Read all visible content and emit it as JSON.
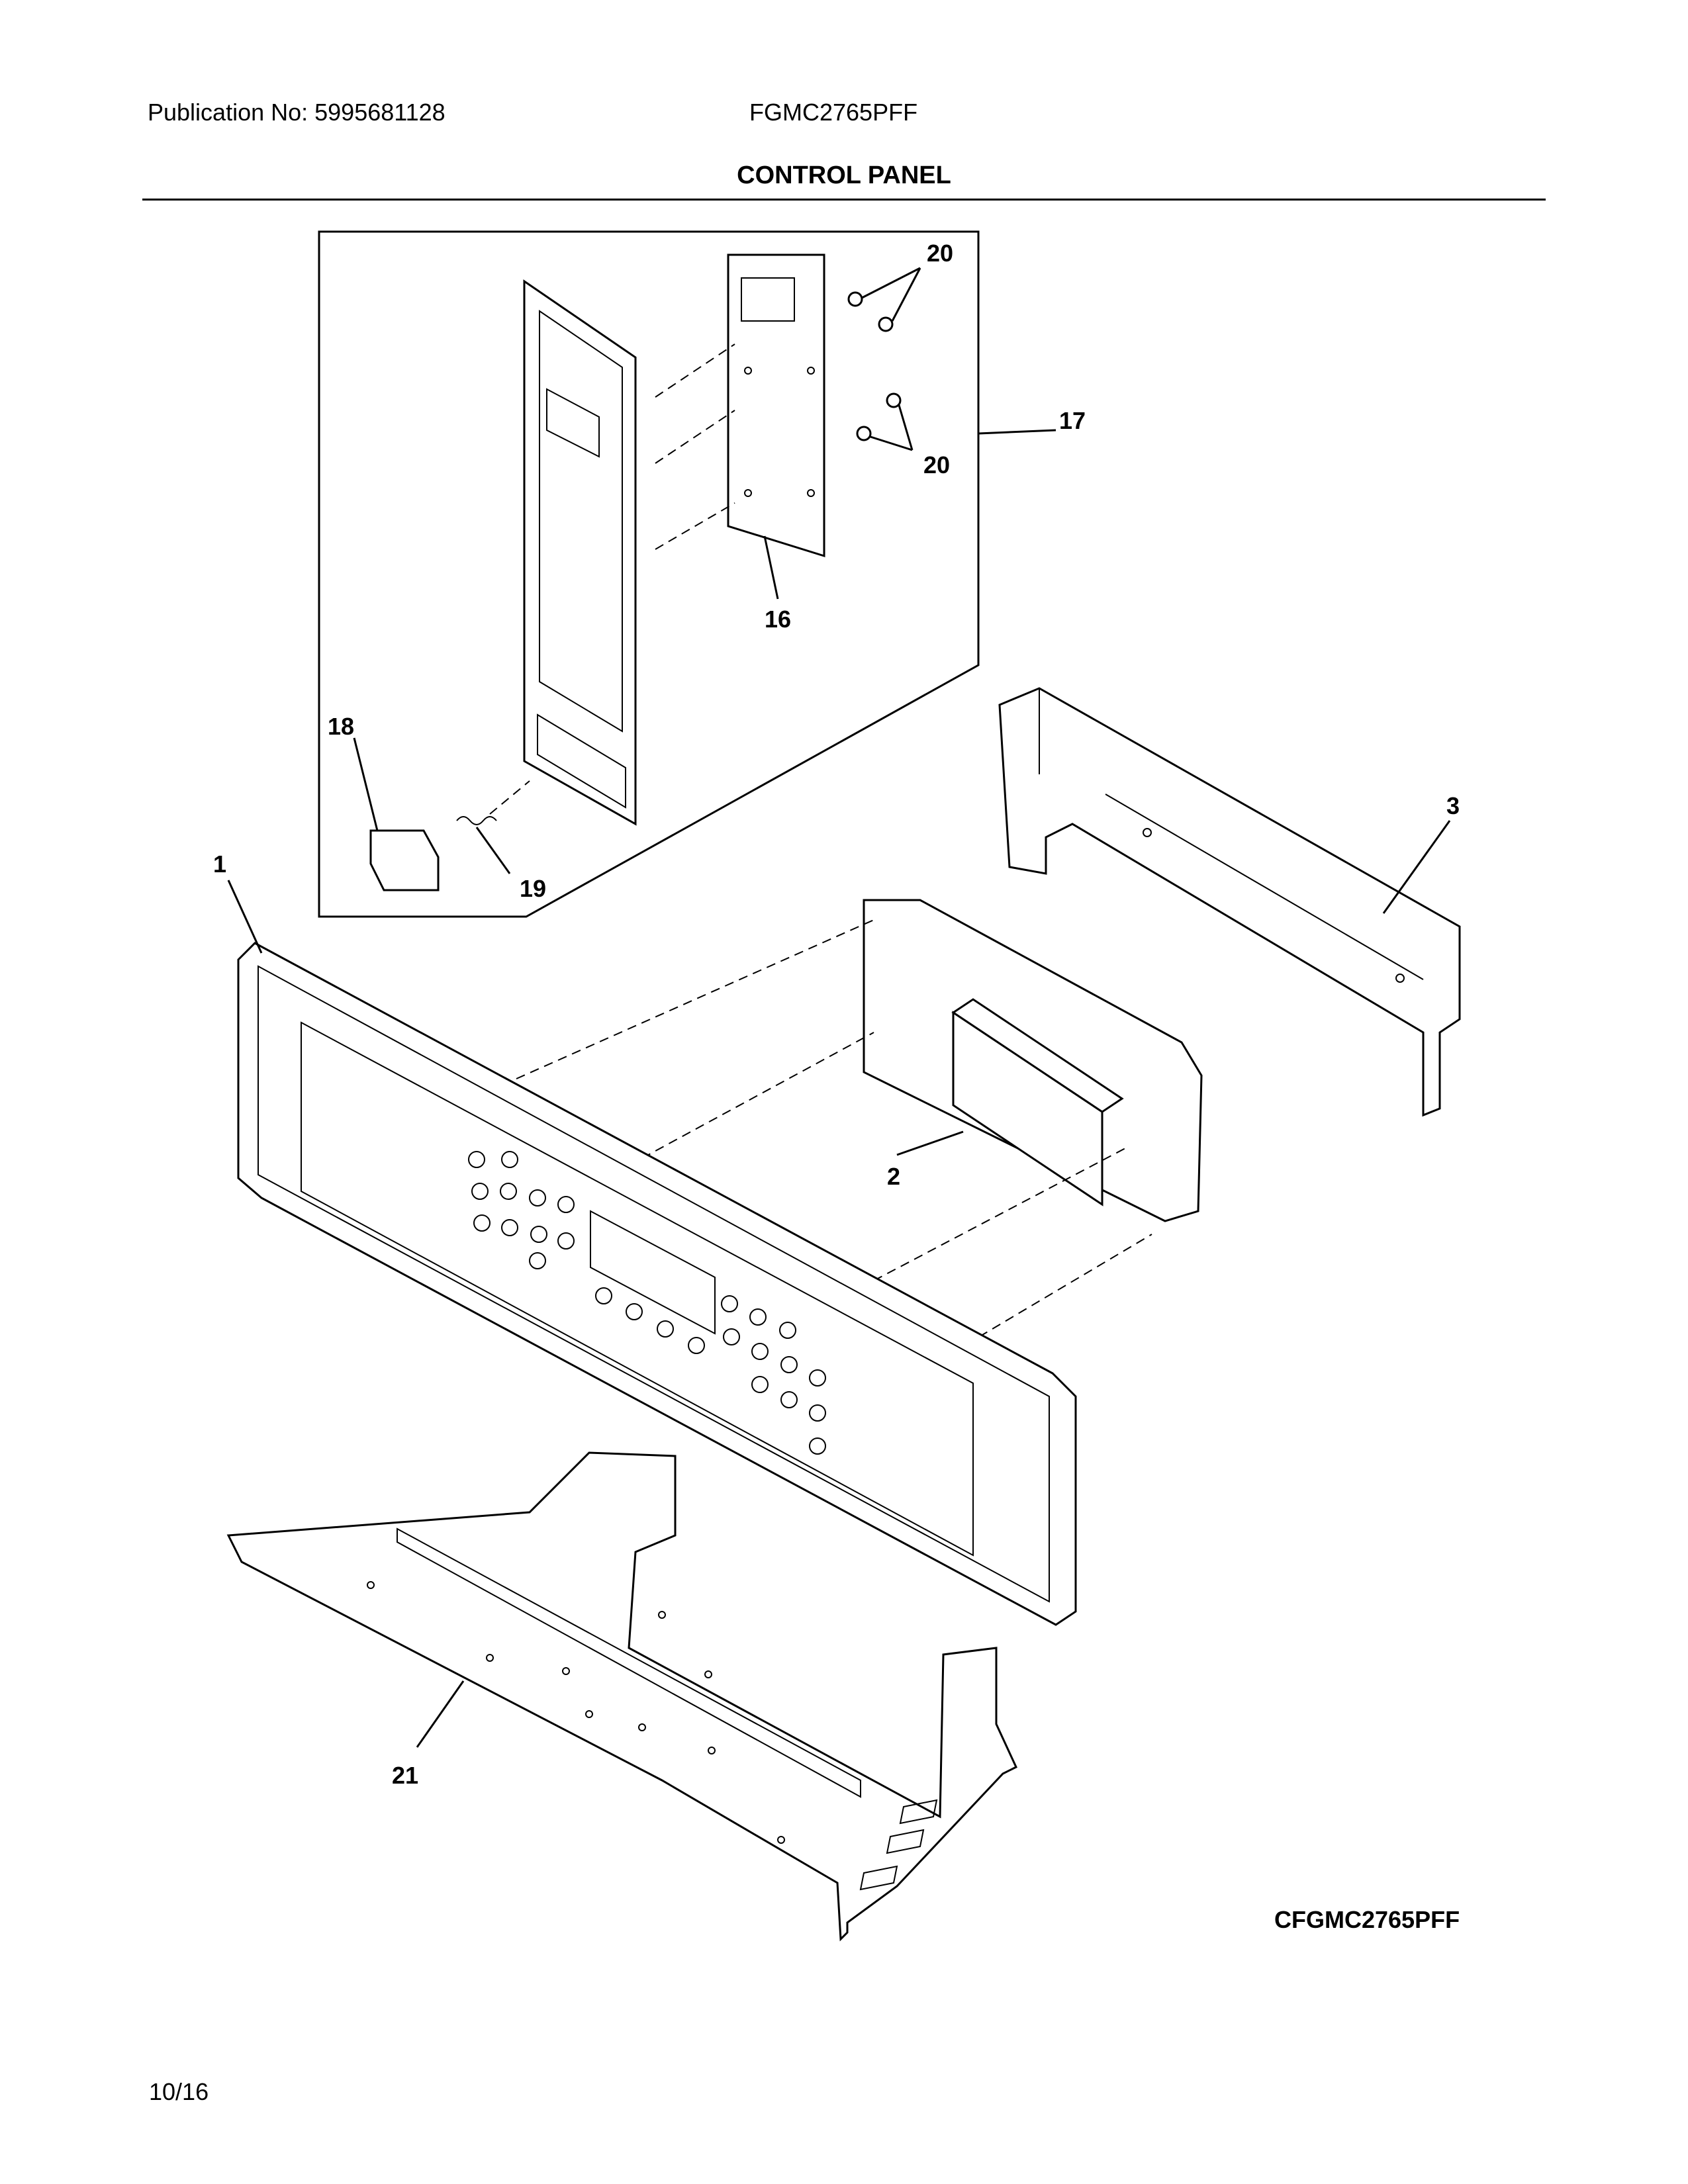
{
  "header": {
    "publication": "Publication No: 5995681128",
    "model": "FGMC2765PFF",
    "section_title": "CONTROL PANEL"
  },
  "footer": {
    "diagram_code": "CFGMC2765PFF",
    "page": "10/16"
  },
  "callouts": [
    {
      "id": "c20a",
      "label": "20"
    },
    {
      "id": "c17",
      "label": "17"
    },
    {
      "id": "c20b",
      "label": "20"
    },
    {
      "id": "c16",
      "label": "16"
    },
    {
      "id": "c18",
      "label": "18"
    },
    {
      "id": "c19",
      "label": "19"
    },
    {
      "id": "c3",
      "label": "3"
    },
    {
      "id": "c1",
      "label": "1"
    },
    {
      "id": "c2",
      "label": "2"
    },
    {
      "id": "c21",
      "label": "21"
    }
  ]
}
